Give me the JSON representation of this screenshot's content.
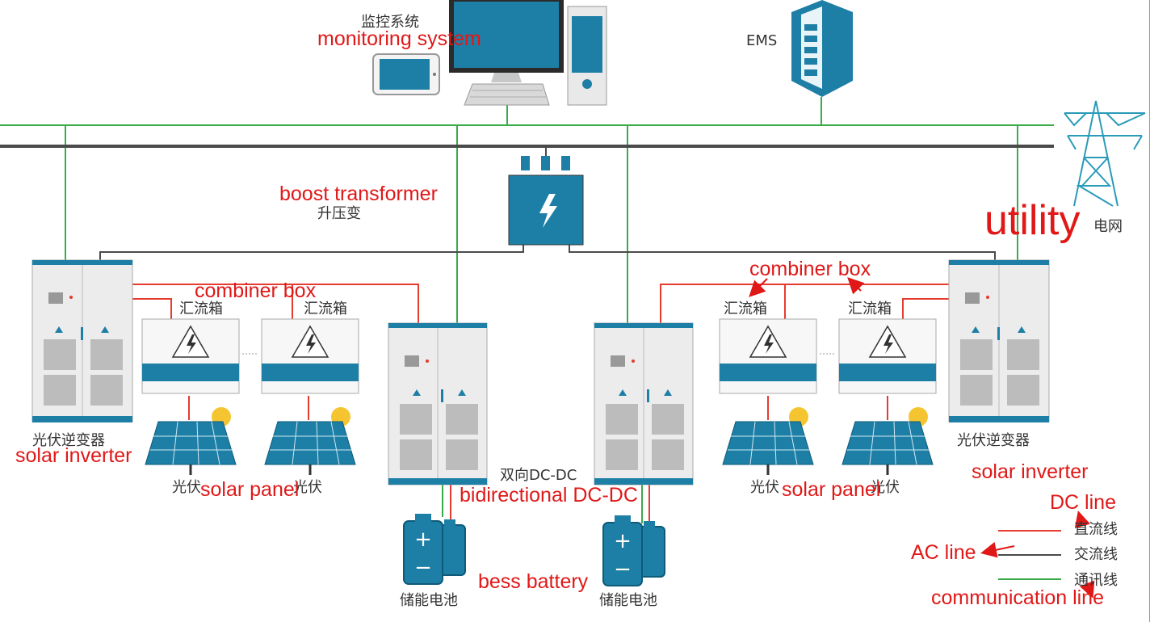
{
  "colors": {
    "dc_line": "#e63c2f",
    "ac_line": "#4a4a4a",
    "comm_line": "#3aaa4a",
    "device_blue": "#1e7fa6",
    "label_red": "#e01818"
  },
  "labels": {
    "monitoring_cn": "监控系统",
    "monitoring_en": "monitoring system",
    "ems": "EMS",
    "transformer_en": "boost transformer",
    "transformer_cn": "升压变",
    "utility_en": "utility",
    "utility_cn": "电网",
    "combiner_en_left": "combiner box",
    "combiner_en_right": "combiner box",
    "combiner_cn": "汇流箱",
    "inverter_cn": "光伏逆变器",
    "inverter_en_left": "solar inverter",
    "inverter_en_right": "solar inverter",
    "panel_cn": "光伏",
    "panel_en_left": "solar panel",
    "panel_en_right": "solar panel",
    "dcdc_cn": "双向DC-DC",
    "dcdc_en": "bidirectional DC-DC",
    "battery_cn": "储能电池",
    "battery_en": "bess battery"
  },
  "legend": {
    "dc_cn": "直流线",
    "ac_cn": "交流线",
    "comm_cn": "通讯线",
    "dc_en": "DC line",
    "ac_en": "AC line",
    "comm_en": "communication line"
  }
}
